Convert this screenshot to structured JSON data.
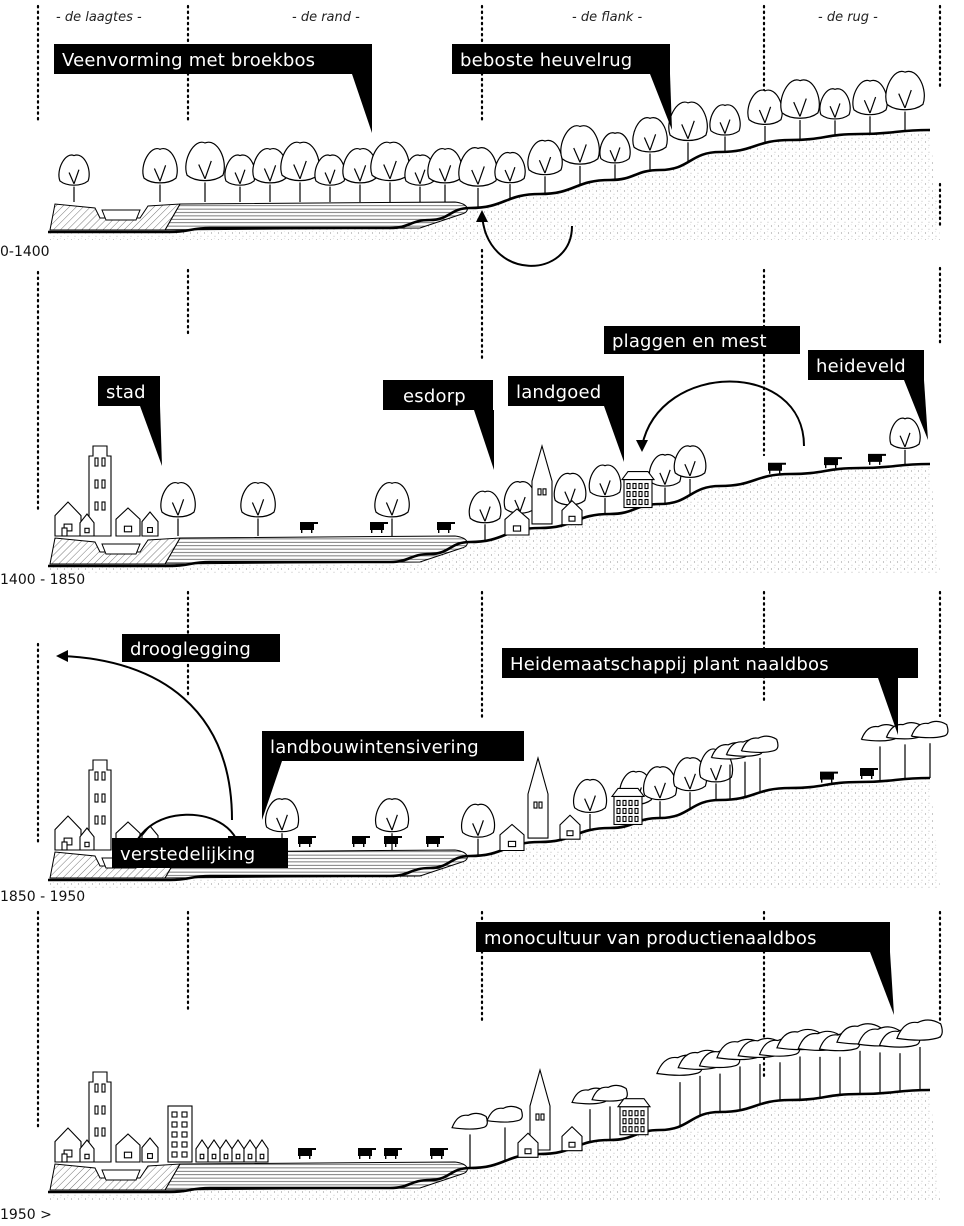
{
  "zones": [
    {
      "id": "laagtes",
      "label": "- de laagtes -"
    },
    {
      "id": "rand",
      "label": "- de rand -"
    },
    {
      "id": "flank",
      "label": "- de flank -"
    },
    {
      "id": "rug",
      "label": "- de rug -"
    }
  ],
  "panels": [
    {
      "period": "0-1400",
      "labels": [
        "Veenvorming met broekbos",
        "beboste heuvelrug"
      ]
    },
    {
      "period": "1400 - 1850",
      "labels": [
        "stad",
        "esdorp",
        "landgoed",
        "plaggen en mest",
        "heideveld"
      ]
    },
    {
      "period": "1850 - 1950",
      "labels": [
        "drooglegging",
        "landbouwintensivering",
        "Heidemaatschappij plant naaldbos"
      ]
    },
    {
      "period": "1950 >",
      "labels": [
        "verstedelijking",
        "monocultuur van productienaaldbos"
      ]
    }
  ],
  "colors": {
    "ink": "#000000",
    "paper": "#ffffff"
  }
}
